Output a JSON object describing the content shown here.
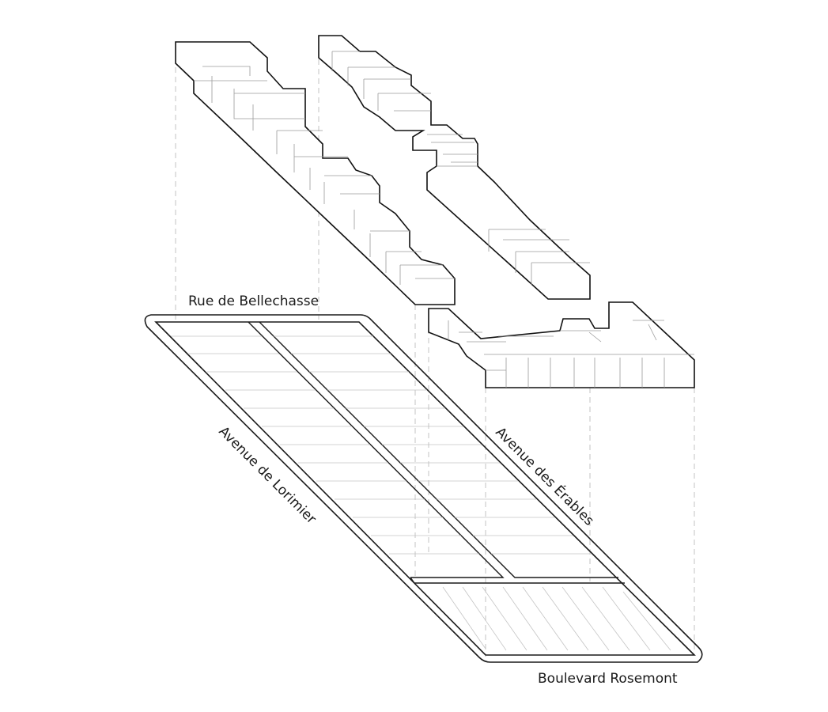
{
  "diagram": {
    "streets": {
      "north": "Rue de Bellechasse",
      "west": "Avenue de Lorimier",
      "east": "Avenue des Érables",
      "south": "Boulevard Rosemont"
    },
    "building_groups": [
      {
        "id": "west-row"
      },
      {
        "id": "east-row"
      },
      {
        "id": "south-row"
      }
    ],
    "colors": {
      "outline": "#111111",
      "detail": "#9a9a9a",
      "projection": "#bdbdbd",
      "lot": "#c4c4c4"
    }
  }
}
